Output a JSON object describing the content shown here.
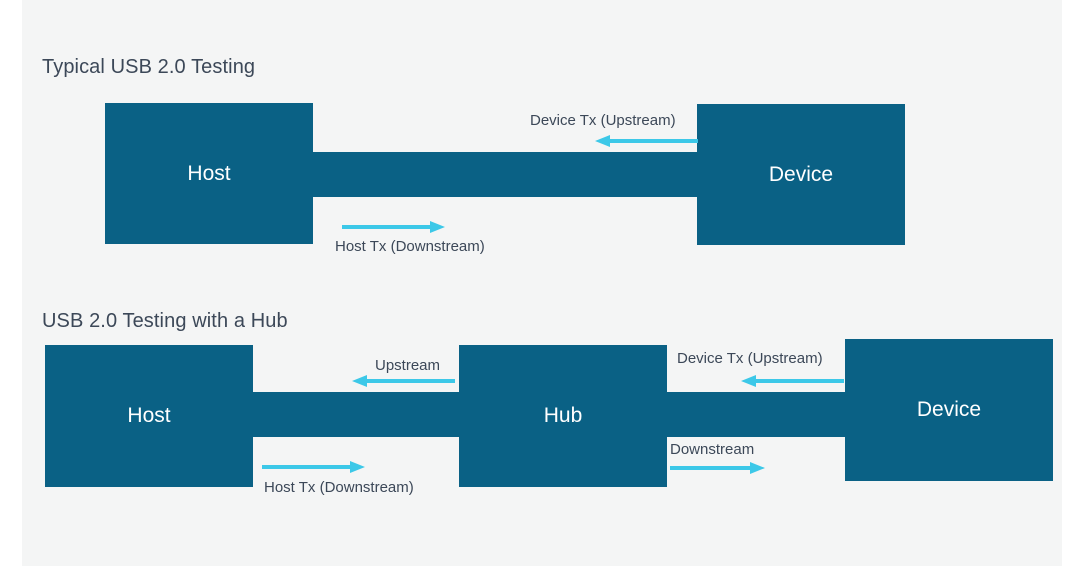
{
  "page": {
    "background_color": "#ffffff",
    "canvas_color": "#f4f5f5",
    "node_color": "#0a6185",
    "arrow_color": "#3cc8e8",
    "text_color": "#3c4858",
    "node_text_color": "#ffffff"
  },
  "diagrams": [
    {
      "title": "Typical USB 2.0 Testing",
      "nodes": [
        {
          "name": "host",
          "label": "Host"
        },
        {
          "name": "device",
          "label": "Device"
        }
      ],
      "arrows": [
        {
          "name": "device-tx-upstream",
          "label": "Device Tx (Upstream)",
          "direction": "left",
          "position": "above"
        },
        {
          "name": "host-tx-downstream",
          "label": "Host Tx (Downstream)",
          "direction": "right",
          "position": "below"
        }
      ]
    },
    {
      "title": "USB 2.0 Testing with a Hub",
      "nodes": [
        {
          "name": "host",
          "label": "Host"
        },
        {
          "name": "hub",
          "label": "Hub"
        },
        {
          "name": "device",
          "label": "Device"
        }
      ],
      "arrows": [
        {
          "name": "upstream",
          "label": "Upstream",
          "direction": "left",
          "position": "above"
        },
        {
          "name": "device-tx-upstream",
          "label": "Device Tx (Upstream)",
          "direction": "left",
          "position": "above"
        },
        {
          "name": "host-tx-downstream",
          "label": "Host Tx (Downstream)",
          "direction": "right",
          "position": "below"
        },
        {
          "name": "downstream",
          "label": "Downstream",
          "direction": "right",
          "position": "below"
        }
      ]
    }
  ]
}
